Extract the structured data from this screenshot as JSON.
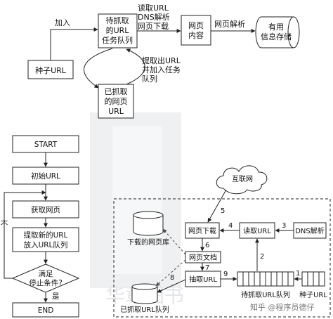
{
  "top_diagram": {
    "seed_url": "种子URL",
    "add_label": "加入",
    "queue_lines": [
      "待抓取",
      "的URL",
      "任务队列"
    ],
    "read_lines": [
      "读取URL",
      "DNS解析",
      "网页下载"
    ],
    "page_lines": [
      "网页",
      "内容"
    ],
    "parse_label": "网页解析",
    "store_lines": [
      "有用",
      "信息存储"
    ],
    "extract_lines": [
      "提取出URL",
      "并加入任务",
      "队列"
    ],
    "crawled_lines": [
      "已抓取",
      "的网页",
      "URL"
    ]
  },
  "flowchart": {
    "start": "START",
    "init": "初始URL",
    "fetch": "获取网页",
    "extract_lines": [
      "提取新的URL",
      "放入URL队列"
    ],
    "decision_lines": [
      "满足",
      "停止条件?"
    ],
    "no_label": "不",
    "yes_label": "是",
    "end": "END"
  },
  "architecture": {
    "internet": "互联网",
    "download": "网页下载",
    "read_url": "读取URL",
    "dns": "DNS解析",
    "page_library": "下载的网页库",
    "page_doc": "网页文档",
    "extract_url": "抽取URL",
    "pending_queue": "待抓取URL队列",
    "seed_url": "种子URL",
    "crawled_queue": "已抓取URL队列",
    "steps": [
      "1",
      "2",
      "3",
      "4",
      "5",
      "6",
      "7",
      "8",
      "9"
    ]
  },
  "watermark": {
    "mark": "知乎 @程序员德仔",
    "publisher": "华章图书"
  }
}
